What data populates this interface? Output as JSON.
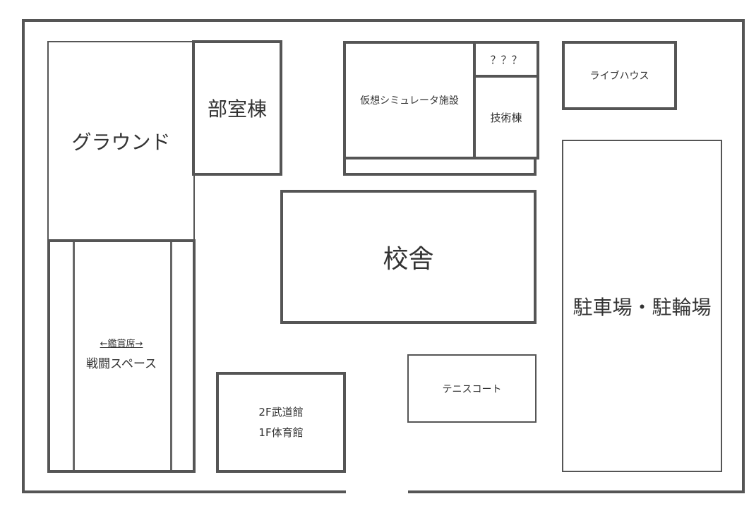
{
  "map": {
    "ground": "グラウンド",
    "club_building": "部室棟",
    "simulator": "仮想シミュレータ施設",
    "unknown": "？？？",
    "tech_building": "技術棟",
    "live_house": "ライブハウス",
    "school_building": "校舎",
    "parking": "駐車場・駐輪場",
    "arena_seats": "←鑑賞席→",
    "arena": "戦闘スペース",
    "budokan": "2F武道館",
    "gym": "1F体育館",
    "tennis": "テニスコート"
  }
}
